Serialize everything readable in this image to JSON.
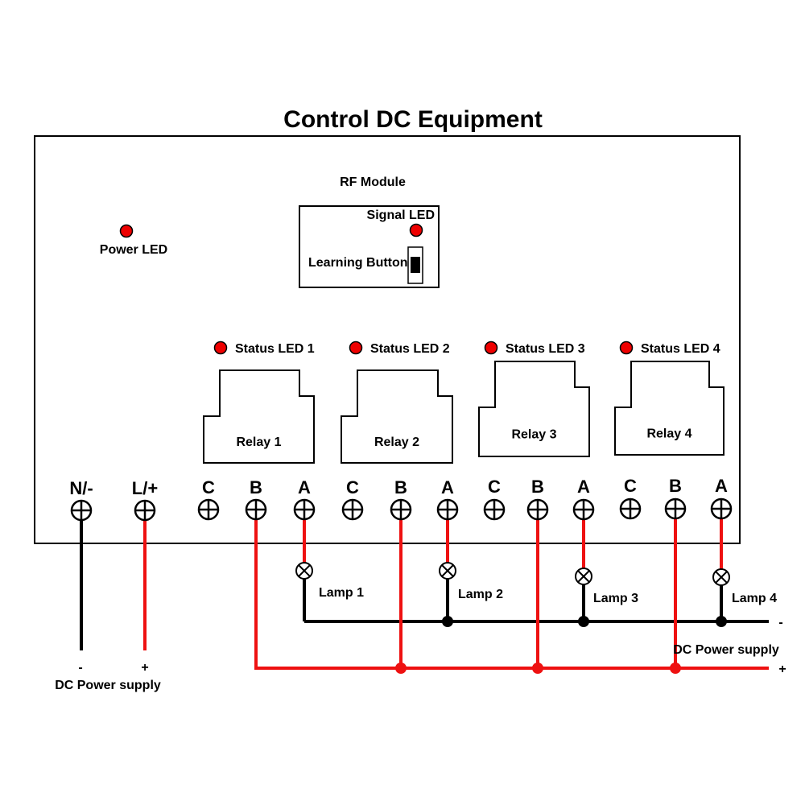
{
  "title": "Control DC Equipment",
  "rf_module": {
    "label": "RF Module",
    "signal_led_label": "Signal LED",
    "learning_button_label": "Learning Button"
  },
  "power_led_label": "Power LED",
  "relays": [
    {
      "status_label": "Status LED 1",
      "relay_label": "Relay 1",
      "lamp_label": "Lamp 1"
    },
    {
      "status_label": "Status LED 2",
      "relay_label": "Relay 2",
      "lamp_label": "Lamp 2"
    },
    {
      "status_label": "Status LED 3",
      "relay_label": "Relay 3",
      "lamp_label": "Lamp 3"
    },
    {
      "status_label": "Status LED 4",
      "relay_label": "Relay 4",
      "lamp_label": "Lamp 4"
    }
  ],
  "terminals": {
    "power": [
      "N/-",
      "L/+"
    ],
    "relay_contacts": [
      "C",
      "B",
      "A"
    ]
  },
  "supply_left": {
    "minus": "-",
    "plus": "+",
    "label": "DC Power supply"
  },
  "supply_right": {
    "minus": "-",
    "plus": "+",
    "label": "DC Power supply"
  },
  "colors": {
    "led": "#ee0000",
    "positive_wire": "#ee1111",
    "negative_wire": "#000000",
    "outline": "#000000"
  }
}
